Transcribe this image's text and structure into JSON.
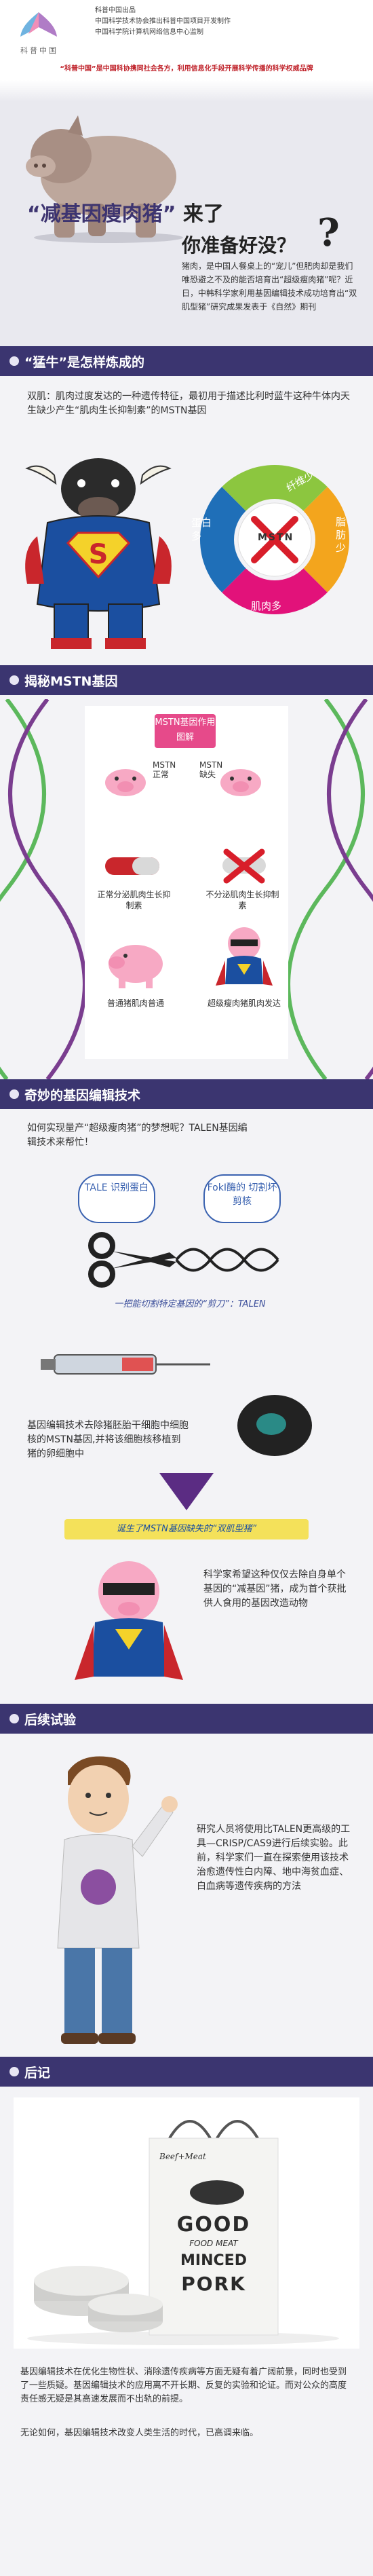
{
  "header": {
    "logo_text": "科普中国",
    "credits": [
      "科普中国出品",
      "中国科学技术协会推出科普中国项目开发制作",
      "中国科学院计算机网络信息中心监制"
    ],
    "tagline": "“科普中国”是中国科协携同社会各方，利用信息化手段开展科学传播的科学权威品牌"
  },
  "hero": {
    "title_part1": "“减基因瘦肉猪”",
    "title_part2": "来了",
    "subtitle": "你准备好没？",
    "qmark": "?",
    "intro": "猪肉，是中国人餐桌上的“宠儿”但肥肉却是我们唯恐避之不及的能否培育出“超级瘦肉猪”呢？近日，中韩科学家利用基因编辑技术成功培育出“双肌型猪”研究成果发表于《自然》期刊"
  },
  "sec1": {
    "title": "“猛牛”是怎样炼成的",
    "text": "双肌：肌肉过度发达的一种遗传特征，最初用于描述比利时蓝牛这种牛体内天生缺少产生“肌肉生长抑制素”的MSTN基因",
    "ring": {
      "center": "MSTN",
      "seg_blue": "蛋白多",
      "seg_green": "纤维少",
      "seg_orange": "脂肪少",
      "seg_pink": "肌肉多"
    },
    "colors": {
      "blue": "#1f6fb8",
      "green": "#8cc63f",
      "orange": "#f3a51d",
      "pink": "#e2127a"
    }
  },
  "sec2": {
    "title": "揭秘MSTN基因",
    "diagram_title": "MSTN基因作用图解",
    "left_gene": "MSTN正常",
    "right_gene": "MSTN缺失",
    "left_protein": "正常分泌肌肉生长抑制素",
    "right_protein": "不分泌肌肉生长抑制素",
    "left_pig": "普通猪肌肉普通",
    "right_pig": "超级瘦肉猪肌肉发达",
    "mstn_label": "MSTN"
  },
  "sec3": {
    "title": "奇妙的基因编辑技术",
    "question": "如何实现量产“超级瘦肉猪”的梦想呢？TALEN基因编辑技术来帮忙！",
    "tale_label": "TALE 识别蛋白",
    "fok_label": "FokⅠ酶的 切割坏剪核",
    "scissor_caption": "一把能切割特定基因的“剪刀”：TALEN",
    "inject_text": "基因编辑技术去除猪胚胎干细胞中细胞核的MSTN基因,并将该细胞核移植到猪的卵细胞中",
    "banner": "诞生了MSTN基因缺失的“双肌型猪”",
    "hope_text": "科学家希望这种仅仅去除自身单个基因的“减基因”猪，成为首个获批供人食用的基因改造动物"
  },
  "sec4": {
    "title": "后续试验",
    "text": "研究人员将使用比TALEN更高级的工具—CRISP/CAS9进行后续实验。此前，科学家们一直在探索使用该技术治愈遗传性白内障、地中海贫血症、白血病等遗传疾病的方法"
  },
  "sec5": {
    "title": "后记",
    "bag_brand": "Beef+Meat",
    "bag_line1": "GOOD",
    "bag_line2": "FOOD MEAT",
    "bag_line3": "MINCED",
    "bag_line4": "PORK",
    "para1": "基因编辑技术在优化生物性状、消除遗传疾病等方面无疑有着广阔前景，同时也受到了一些质疑。基因编辑技术的应用离不开长期、反复的实验和论证。而对公众的高度责任感无疑是其高速发展而不出轨的前提。",
    "para2": "无论如何，基因编辑技术改变人类生活的时代，已高调来临。"
  }
}
